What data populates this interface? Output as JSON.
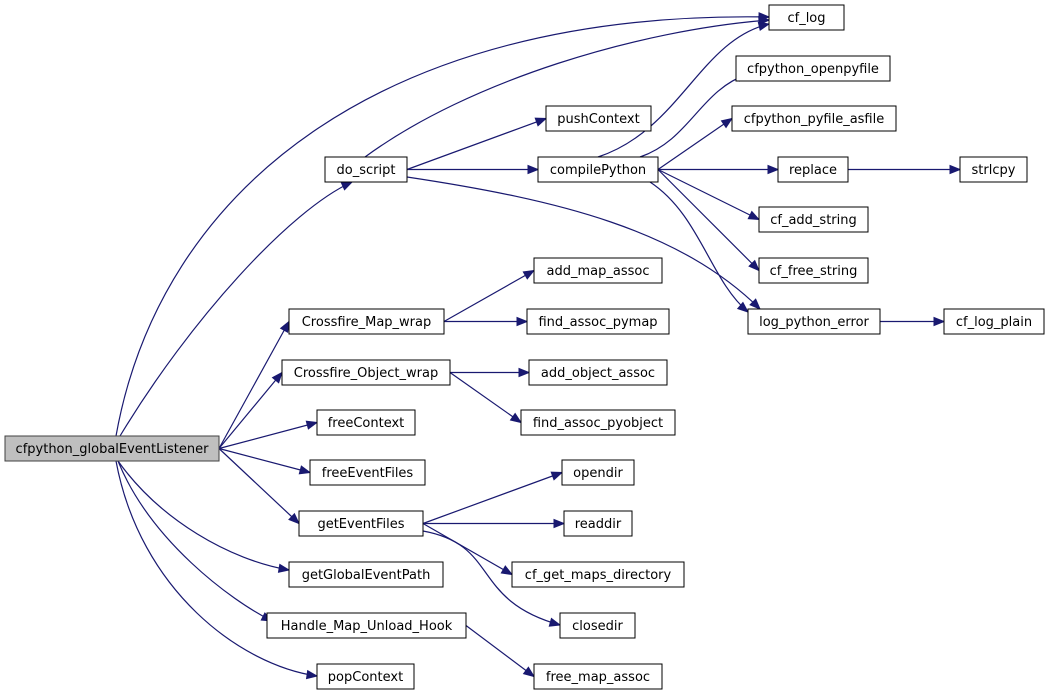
{
  "graph": {
    "root": "cfpython_globalEventListener",
    "nodes": {
      "cfpython_globalEventListener": "cfpython_globalEventListener",
      "do_script": "do_script",
      "cf_log": "cf_log",
      "pushContext": "pushContext",
      "compilePython": "compilePython",
      "cfpython_openpyfile": "cfpython_openpyfile",
      "cfpython_pyfile_asfile": "cfpython_pyfile_asfile",
      "replace": "replace",
      "strlcpy": "strlcpy",
      "cf_add_string": "cf_add_string",
      "cf_free_string": "cf_free_string",
      "log_python_error": "log_python_error",
      "cf_log_plain": "cf_log_plain",
      "Crossfire_Map_wrap": "Crossfire_Map_wrap",
      "add_map_assoc": "add_map_assoc",
      "find_assoc_pymap": "find_assoc_pymap",
      "Crossfire_Object_wrap": "Crossfire_Object_wrap",
      "add_object_assoc": "add_object_assoc",
      "find_assoc_pyobject": "find_assoc_pyobject",
      "freeContext": "freeContext",
      "freeEventFiles": "freeEventFiles",
      "getEventFiles": "getEventFiles",
      "opendir": "opendir",
      "readdir": "readdir",
      "cf_get_maps_directory": "cf_get_maps_directory",
      "closedir": "closedir",
      "getGlobalEventPath": "getGlobalEventPath",
      "Handle_Map_Unload_Hook": "Handle_Map_Unload_Hook",
      "free_map_assoc": "free_map_assoc",
      "popContext": "popContext"
    },
    "edges": [
      [
        "cfpython_globalEventListener",
        "cf_log"
      ],
      [
        "cfpython_globalEventListener",
        "do_script"
      ],
      [
        "cfpython_globalEventListener",
        "Crossfire_Map_wrap"
      ],
      [
        "cfpython_globalEventListener",
        "Crossfire_Object_wrap"
      ],
      [
        "cfpython_globalEventListener",
        "freeContext"
      ],
      [
        "cfpython_globalEventListener",
        "freeEventFiles"
      ],
      [
        "cfpython_globalEventListener",
        "getEventFiles"
      ],
      [
        "cfpython_globalEventListener",
        "getGlobalEventPath"
      ],
      [
        "cfpython_globalEventListener",
        "Handle_Map_Unload_Hook"
      ],
      [
        "cfpython_globalEventListener",
        "popContext"
      ],
      [
        "do_script",
        "cf_log"
      ],
      [
        "do_script",
        "pushContext"
      ],
      [
        "do_script",
        "compilePython"
      ],
      [
        "do_script",
        "log_python_error"
      ],
      [
        "compilePython",
        "cf_log"
      ],
      [
        "compilePython",
        "cfpython_openpyfile"
      ],
      [
        "compilePython",
        "cfpython_pyfile_asfile"
      ],
      [
        "compilePython",
        "replace"
      ],
      [
        "compilePython",
        "cf_add_string"
      ],
      [
        "compilePython",
        "cf_free_string"
      ],
      [
        "compilePython",
        "log_python_error"
      ],
      [
        "replace",
        "strlcpy"
      ],
      [
        "log_python_error",
        "cf_log_plain"
      ],
      [
        "Crossfire_Map_wrap",
        "add_map_assoc"
      ],
      [
        "Crossfire_Map_wrap",
        "find_assoc_pymap"
      ],
      [
        "Crossfire_Object_wrap",
        "add_object_assoc"
      ],
      [
        "Crossfire_Object_wrap",
        "find_assoc_pyobject"
      ],
      [
        "getEventFiles",
        "opendir"
      ],
      [
        "getEventFiles",
        "readdir"
      ],
      [
        "getEventFiles",
        "cf_get_maps_directory"
      ],
      [
        "getEventFiles",
        "closedir"
      ],
      [
        "Handle_Map_Unload_Hook",
        "free_map_assoc"
      ]
    ]
  }
}
